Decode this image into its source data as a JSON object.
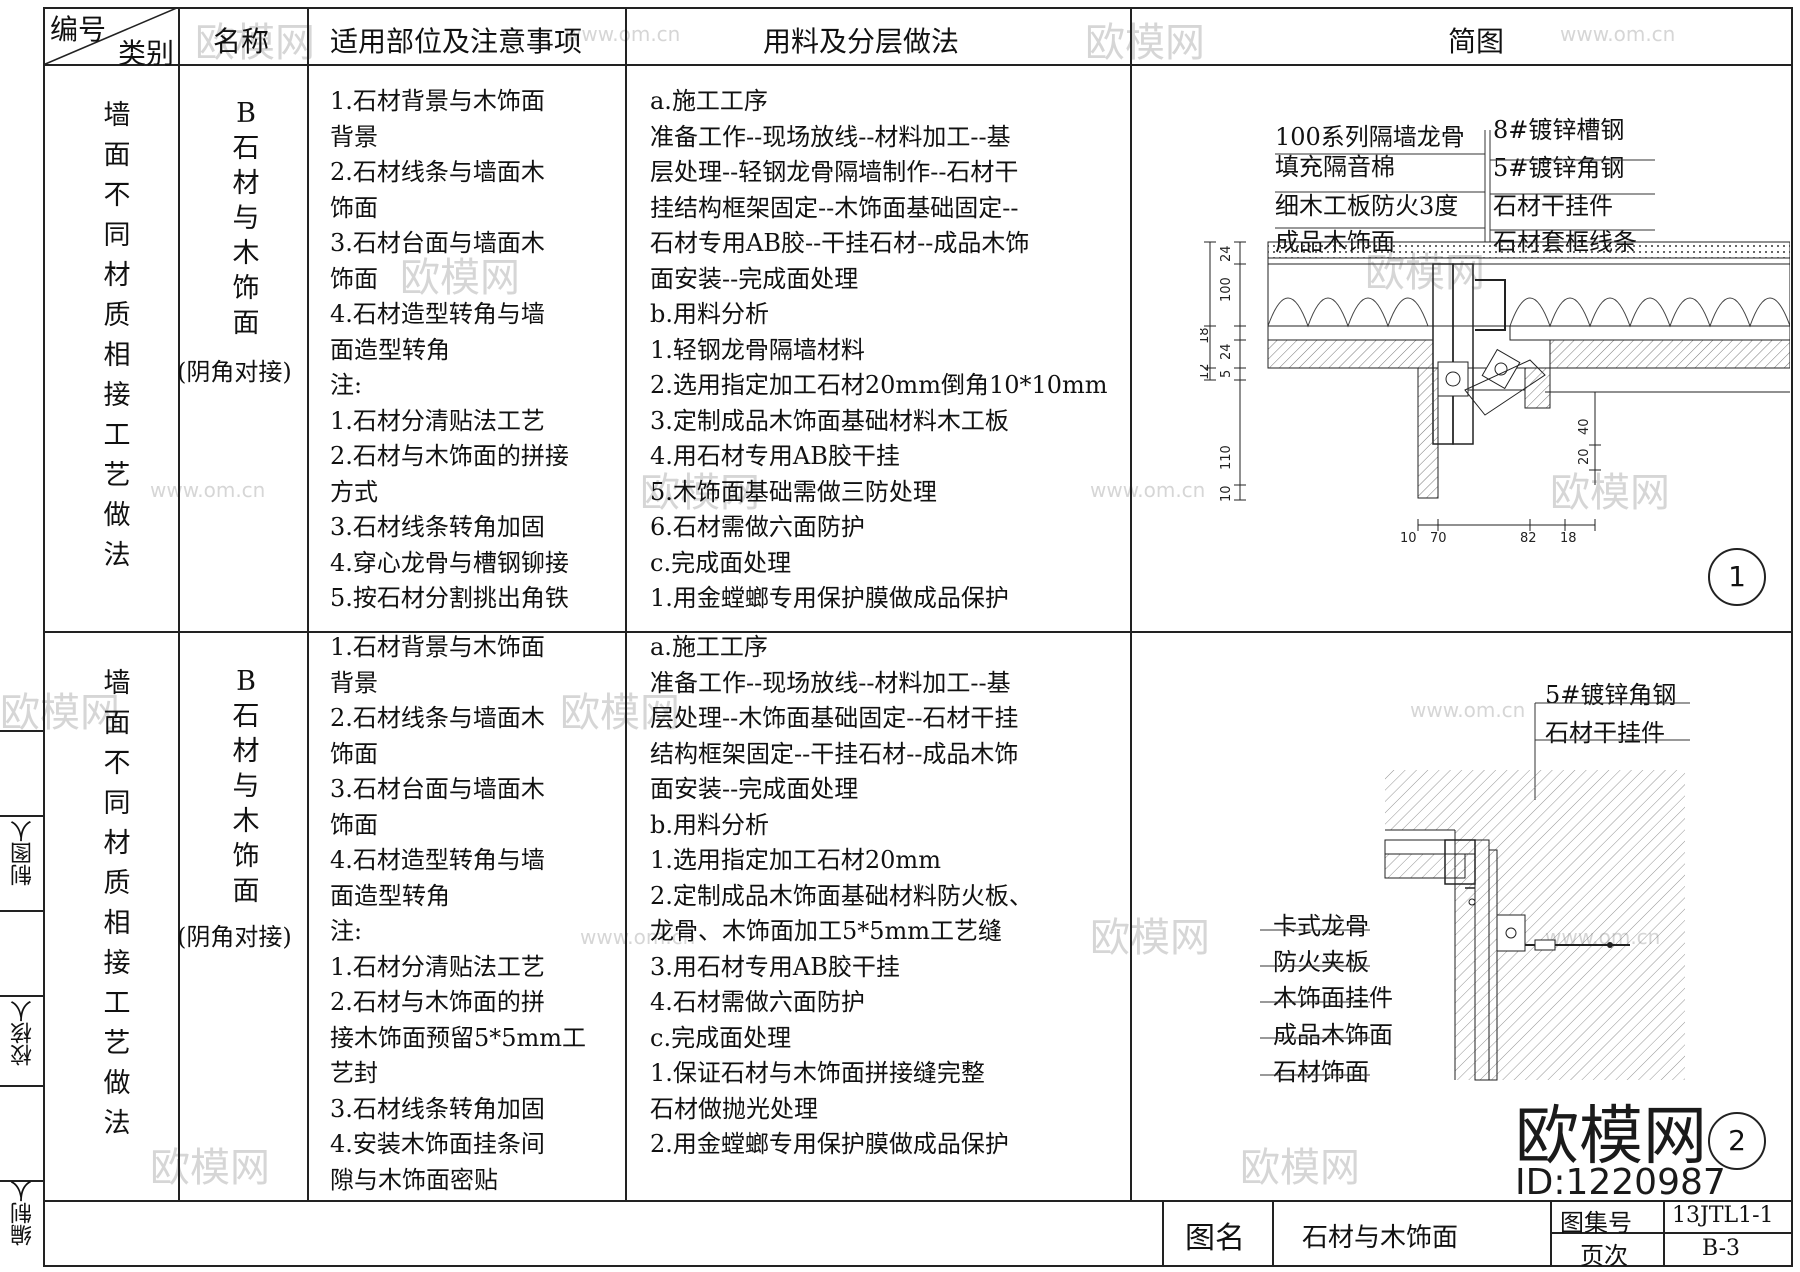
{
  "header": {
    "bianhao": "编号",
    "leibie": "类别",
    "mingcheng": "名称",
    "shiyong": "适用部位及注意事项",
    "yongliao": "用料及分层做法",
    "jiantu": "简图"
  },
  "rows": [
    {
      "category": "墙面不同材质相接工艺做法",
      "name_main": "B石材与木饰面",
      "name_sub": "(阴角对接)",
      "notes": "1.石材背景与木饰面\n背景\n2.石材线条与墙面木\n饰面\n3.石材台面与墙面木\n饰面\n4.石材造型转角与墙\n面造型转角\n注:\n1.石材分清贴法工艺\n2.石材与木饰面的拼接\n方式\n3.石材线条转角加固\n4.穿心龙骨与槽钢铆接\n5.按石材分割挑出角铁",
      "method": "a.施工工序\n准备工作--现场放线--材料加工--基\n层处理--轻钢龙骨隔墙制作--石材干\n挂结构框架固定--木饰面基础固定--\n石材专用AB胶--干挂石材--成品木饰\n面安装--完成面处理\nb.用料分析\n1.轻钢龙骨隔墙材料\n2.选用指定加工石材20mm倒角10*10mm\n3.定制成品木饰面基础材料木工板\n4.用石材专用AB胶干挂\n5.木饰面基础需做三防处理\n6.石材需做六面防护\nc.完成面处理\n1.用金螳螂专用保护膜做成品保护",
      "labels_left": [
        "100系列隔墙龙骨",
        "填充隔音棉",
        "细木工板防火3度",
        "成品木饰面"
      ],
      "labels_right": [
        "8#镀锌槽钢",
        "5#镀锌角钢",
        "石材干挂件",
        "石材套框线条"
      ],
      "dims_v": [
        "24",
        "100",
        "24",
        "18",
        "12",
        "5",
        "110",
        "10"
      ],
      "dims_v2": [
        "40",
        "20"
      ],
      "dims_h": [
        "10",
        "70",
        "82",
        "18"
      ],
      "detail_no": "1"
    },
    {
      "category": "墙面不同材质相接工艺做法",
      "name_main": "B石材与木饰面",
      "name_sub": "(阴角对接)",
      "notes": "1.石材背景与木饰面\n背景\n2.石材线条与墙面木\n饰面\n3.石材台面与墙面木\n饰面\n4.石材造型转角与墙\n面造型转角\n注:\n1.石材分清贴法工艺\n2.石材与木饰面的拼\n接木饰面预留5*5mm工\n艺封\n3.石材线条转角加固\n4.安装木饰面挂条间\n隙与木饰面密贴",
      "method": "a.施工工序\n准备工作--现场放线--材料加工--基\n层处理--木饰面基础固定--石材干挂\n结构框架固定--干挂石材--成品木饰\n面安装--完成面处理\nb.用料分析\n1.选用指定加工石材20mm\n2.定制成品木饰面基础材料防火板、\n龙骨、木饰面加工5*5mm工艺缝\n3.用石材专用AB胶干挂\n4.石材需做六面防护\nc.完成面处理\n1.保证石材与木饰面拼接缝完整\n石材做抛光处理\n2.用金螳螂专用保护膜做成品保护",
      "labels_top": [
        "5#镀锌角钢",
        "石材干挂件"
      ],
      "labels_left": [
        "卡式龙骨",
        "防火夹板",
        "木饰面挂件",
        "成品木饰面",
        "石材饰面"
      ],
      "detail_no": "2"
    }
  ],
  "sidebar": {
    "zhitu": "制图人",
    "jiaohe": "校核人",
    "bianzhi": "编制人"
  },
  "footer": {
    "tuming_label": "图名",
    "tuming_value": "石材与木饰面",
    "tujihao_label": "图集号",
    "tujihao_value": "13JTL1-1",
    "yeci_label": "页次",
    "yeci_value": "B-3"
  },
  "watermark": {
    "brand": "欧模网",
    "url": "www.om.cn",
    "id": "ID:1220987"
  }
}
